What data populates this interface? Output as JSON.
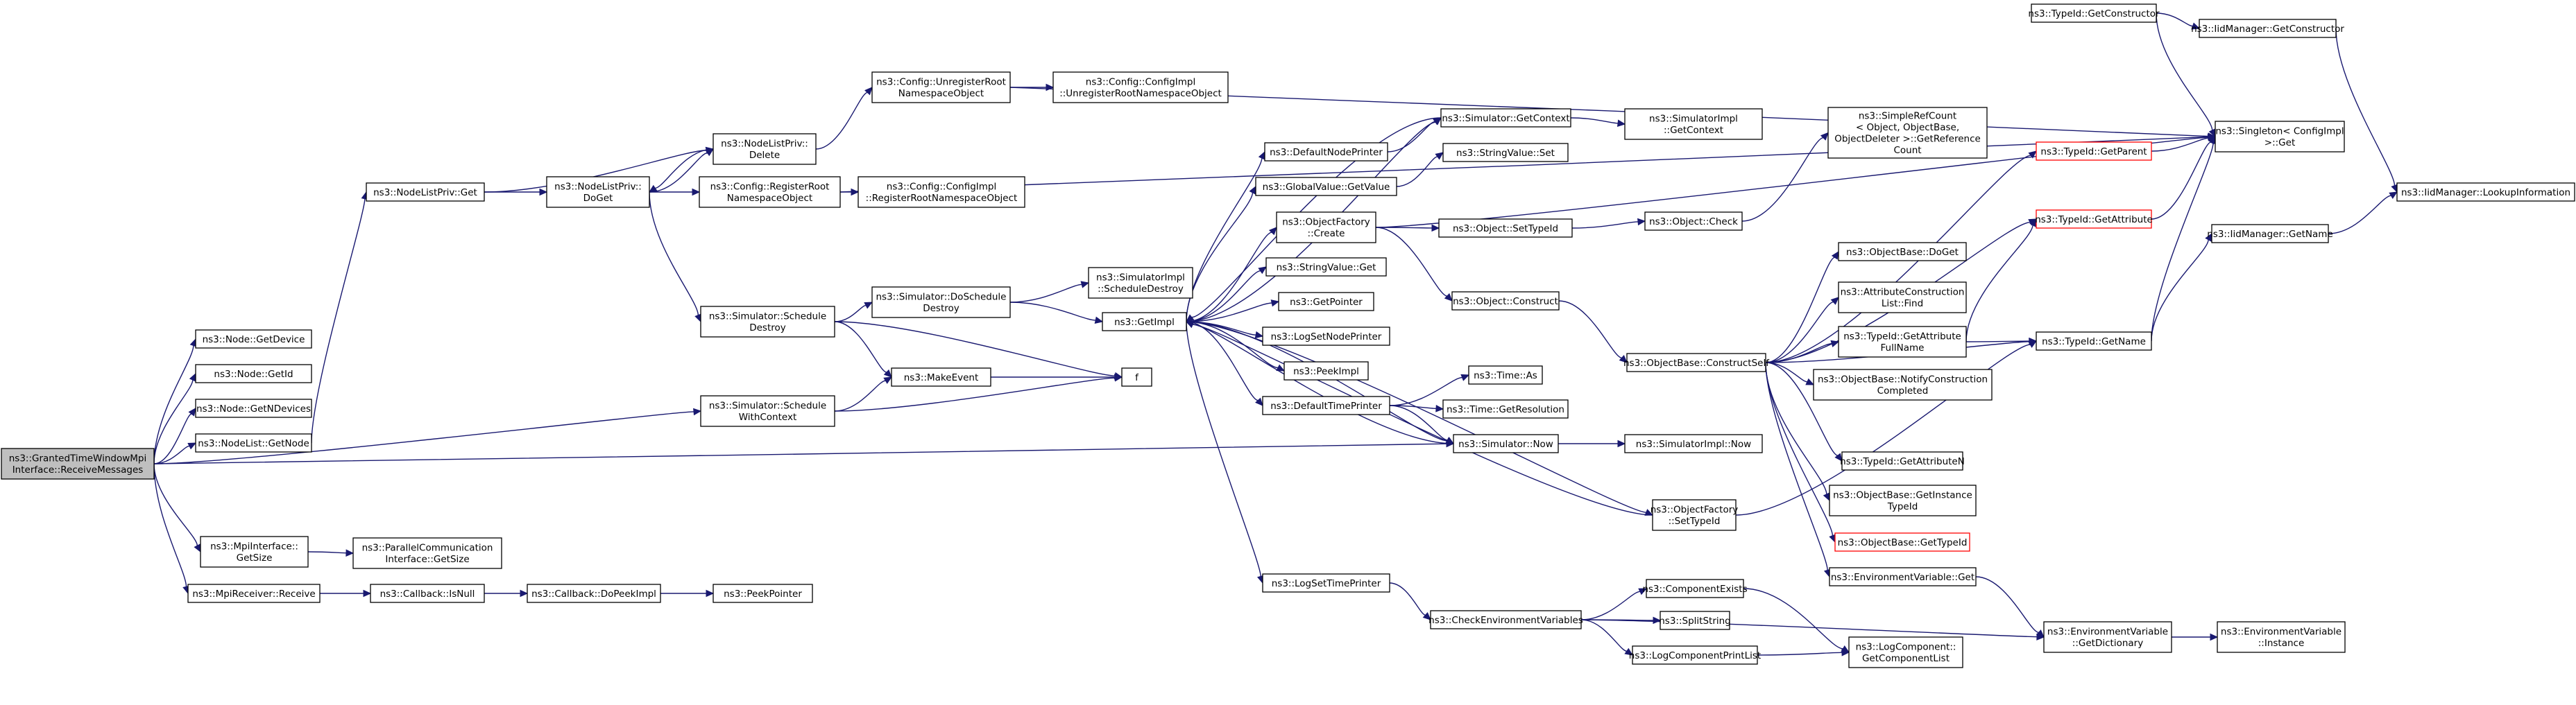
{
  "graph": {
    "nodes": [
      {
        "id": "root",
        "lines": [
          "ns3::GrantedTimeWindowMpi",
          "Interface::ReceiveMessages"
        ],
        "style": "root"
      },
      {
        "id": "getdevice",
        "lines": [
          "ns3::Node::GetDevice"
        ]
      },
      {
        "id": "getid",
        "lines": [
          "ns3::Node::GetId"
        ]
      },
      {
        "id": "getndevices",
        "lines": [
          "ns3::Node::GetNDevices"
        ]
      },
      {
        "id": "nodelist_getnode",
        "lines": [
          "ns3::NodeList::GetNode"
        ]
      },
      {
        "id": "mpi_getsize",
        "lines": [
          "ns3::MpiInterface::",
          "GetSize"
        ]
      },
      {
        "id": "mpireceiver",
        "lines": [
          "ns3::MpiReceiver::Receive"
        ]
      },
      {
        "id": "nlp_get",
        "lines": [
          "ns3::NodeListPriv::Get"
        ]
      },
      {
        "id": "nlp_doget",
        "lines": [
          "ns3::NodeListPriv::",
          "DoGet"
        ]
      },
      {
        "id": "nlp_delete",
        "lines": [
          "ns3::NodeListPriv::",
          "Delete"
        ]
      },
      {
        "id": "unregroot",
        "lines": [
          "ns3::Config::UnregisterRoot",
          "NamespaceObject"
        ]
      },
      {
        "id": "impl_unreg",
        "lines": [
          "ns3::Config::ConfigImpl",
          "::UnregisterRootNamespaceObject"
        ]
      },
      {
        "id": "regroot",
        "lines": [
          "ns3::Config::RegisterRoot",
          "NamespaceObject"
        ]
      },
      {
        "id": "impl_reg",
        "lines": [
          "ns3::Config::ConfigImpl",
          "::RegisterRootNamespaceObject"
        ]
      },
      {
        "id": "sched_destroy",
        "lines": [
          "ns3::Simulator::Schedule",
          "Destroy"
        ]
      },
      {
        "id": "do_sched_destroy",
        "lines": [
          "ns3::Simulator::DoSchedule",
          "Destroy"
        ]
      },
      {
        "id": "impl_sched_destroy",
        "lines": [
          "ns3::SimulatorImpl",
          "::ScheduleDestroy"
        ]
      },
      {
        "id": "makeevent",
        "lines": [
          "ns3::MakeEvent"
        ]
      },
      {
        "id": "f",
        "lines": [
          "f"
        ]
      },
      {
        "id": "sched_ctx",
        "lines": [
          "ns3::Simulator::Schedule",
          "WithContext"
        ]
      },
      {
        "id": "pcomm_getsize",
        "lines": [
          "ns3::ParallelCommunication",
          "Interface::GetSize"
        ]
      },
      {
        "id": "cb_isnull",
        "lines": [
          "ns3::Callback::IsNull"
        ]
      },
      {
        "id": "cb_dopeek",
        "lines": [
          "ns3::Callback::DoPeekImpl"
        ]
      },
      {
        "id": "peekpointer",
        "lines": [
          "ns3::PeekPointer"
        ]
      },
      {
        "id": "getimpl",
        "lines": [
          "ns3::GetImpl"
        ]
      },
      {
        "id": "defnodeprinter",
        "lines": [
          "ns3::DefaultNodePrinter"
        ]
      },
      {
        "id": "gv_getvalue",
        "lines": [
          "ns3::GlobalValue::GetValue"
        ]
      },
      {
        "id": "of_create",
        "lines": [
          "ns3::ObjectFactory",
          "::Create"
        ]
      },
      {
        "id": "sv_get",
        "lines": [
          "ns3::StringValue::Get"
        ]
      },
      {
        "id": "getpointer",
        "lines": [
          "ns3::GetPointer"
        ]
      },
      {
        "id": "logsetnodeprinter",
        "lines": [
          "ns3::LogSetNodePrinter"
        ]
      },
      {
        "id": "peekimpl",
        "lines": [
          "ns3::PeekImpl"
        ]
      },
      {
        "id": "deftimeprinter",
        "lines": [
          "ns3::DefaultTimePrinter"
        ]
      },
      {
        "id": "logsettimeprinter",
        "lines": [
          "ns3::LogSetTimePrinter"
        ]
      },
      {
        "id": "sim_getcontext",
        "lines": [
          "ns3::Simulator::GetContext"
        ]
      },
      {
        "id": "simimpl_getcontext",
        "lines": [
          "ns3::SimulatorImpl",
          "::GetContext"
        ]
      },
      {
        "id": "sv_set",
        "lines": [
          "ns3::StringValue::Set"
        ]
      },
      {
        "id": "obj_settypeid",
        "lines": [
          "ns3::Object::SetTypeId"
        ]
      },
      {
        "id": "obj_check",
        "lines": [
          "ns3::Object::Check"
        ]
      },
      {
        "id": "obj_construct",
        "lines": [
          "ns3::Object::Construct"
        ]
      },
      {
        "id": "time_as",
        "lines": [
          "ns3::Time::As"
        ]
      },
      {
        "id": "time_getres",
        "lines": [
          "ns3::Time::GetResolution"
        ]
      },
      {
        "id": "sim_now",
        "lines": [
          "ns3::Simulator::Now"
        ]
      },
      {
        "id": "simimpl_now",
        "lines": [
          "ns3::SimulatorImpl::Now"
        ]
      },
      {
        "id": "of_settypeid",
        "lines": [
          "ns3::ObjectFactory",
          "::SetTypeId"
        ]
      },
      {
        "id": "checkenv",
        "lines": [
          "ns3::CheckEnvironmentVariables"
        ]
      },
      {
        "id": "compexists",
        "lines": [
          "ns3::ComponentExists"
        ]
      },
      {
        "id": "splitstring",
        "lines": [
          "ns3::SplitString"
        ]
      },
      {
        "id": "logcompprint",
        "lines": [
          "ns3::LogComponentPrintList"
        ]
      },
      {
        "id": "logcomp_getlist",
        "lines": [
          "ns3::LogComponent::",
          "GetComponentList"
        ]
      },
      {
        "id": "ob_constructself",
        "lines": [
          "ns3::ObjectBase::ConstructSelf"
        ]
      },
      {
        "id": "simplerefcount",
        "lines": [
          "ns3::SimpleRefCount",
          "< Object, ObjectBase,",
          "ObjectDeleter >::GetReference",
          "Count"
        ]
      },
      {
        "id": "ob_doget",
        "lines": [
          "ns3::ObjectBase::DoGet"
        ]
      },
      {
        "id": "attrconstr_find",
        "lines": [
          "ns3::AttributeConstruction",
          "List::Find"
        ]
      },
      {
        "id": "tid_getattrfullname",
        "lines": [
          "ns3::TypeId::GetAttribute",
          "FullName"
        ]
      },
      {
        "id": "ob_notify",
        "lines": [
          "ns3::ObjectBase::NotifyConstruction",
          "Completed"
        ]
      },
      {
        "id": "tid_getattrn",
        "lines": [
          "ns3::TypeId::GetAttributeN"
        ]
      },
      {
        "id": "ob_getinstancetid",
        "lines": [
          "ns3::ObjectBase::GetInstance",
          "TypeId"
        ]
      },
      {
        "id": "ob_gettypeid",
        "lines": [
          "ns3::ObjectBase::GetTypeId"
        ],
        "style": "red"
      },
      {
        "id": "envvar_get",
        "lines": [
          "ns3::EnvironmentVariable::Get"
        ]
      },
      {
        "id": "tid_getconstructor",
        "lines": [
          "ns3::TypeId::GetConstructor"
        ]
      },
      {
        "id": "iid_getconstructor",
        "lines": [
          "ns3::IidManager::GetConstructor"
        ]
      },
      {
        "id": "tid_getparent",
        "lines": [
          "ns3::TypeId::GetParent"
        ],
        "style": "red"
      },
      {
        "id": "tid_getattribute",
        "lines": [
          "ns3::TypeId::GetAttribute"
        ],
        "style": "red"
      },
      {
        "id": "tid_getname",
        "lines": [
          "ns3::TypeId::GetName"
        ]
      },
      {
        "id": "singleton_get",
        "lines": [
          "ns3::Singleton< ConfigImpl",
          ">::Get"
        ]
      },
      {
        "id": "iid_getname",
        "lines": [
          "ns3::IidManager::GetName"
        ]
      },
      {
        "id": "iid_lookup",
        "lines": [
          "ns3::IidManager::LookupInformation"
        ]
      },
      {
        "id": "envvar_getdict",
        "lines": [
          "ns3::EnvironmentVariable",
          "::GetDictionary"
        ]
      },
      {
        "id": "envvar_instance",
        "lines": [
          "ns3::EnvironmentVariable",
          "::Instance"
        ]
      }
    ],
    "edges": [
      [
        "root",
        "getdevice"
      ],
      [
        "root",
        "getid"
      ],
      [
        "root",
        "getndevices"
      ],
      [
        "root",
        "nodelist_getnode"
      ],
      [
        "root",
        "sched_ctx"
      ],
      [
        "root",
        "sim_now"
      ],
      [
        "root",
        "mpi_getsize"
      ],
      [
        "root",
        "mpireceiver"
      ],
      [
        "nodelist_getnode",
        "nlp_get"
      ],
      [
        "nlp_get",
        "nlp_doget"
      ],
      [
        "nlp_get",
        "nlp_delete"
      ],
      [
        "nlp_doget",
        "nlp_delete"
      ],
      [
        "nlp_delete",
        "nlp_doget"
      ],
      [
        "nlp_delete",
        "unregroot"
      ],
      [
        "nlp_doget",
        "regroot"
      ],
      [
        "nlp_doget",
        "sched_destroy"
      ],
      [
        "unregroot",
        "impl_unreg"
      ],
      [
        "unregroot",
        "singleton_get"
      ],
      [
        "regroot",
        "impl_reg"
      ],
      [
        "regroot",
        "singleton_get"
      ],
      [
        "sched_destroy",
        "do_sched_destroy"
      ],
      [
        "sched_destroy",
        "makeevent"
      ],
      [
        "sched_destroy",
        "f"
      ],
      [
        "do_sched_destroy",
        "impl_sched_destroy"
      ],
      [
        "do_sched_destroy",
        "getimpl"
      ],
      [
        "sched_ctx",
        "makeevent"
      ],
      [
        "sched_ctx",
        "f"
      ],
      [
        "makeevent",
        "f"
      ],
      [
        "mpi_getsize",
        "pcomm_getsize"
      ],
      [
        "mpireceiver",
        "cb_isnull"
      ],
      [
        "cb_isnull",
        "cb_dopeek"
      ],
      [
        "cb_dopeek",
        "peekpointer"
      ],
      [
        "getimpl",
        "defnodeprinter"
      ],
      [
        "getimpl",
        "gv_getvalue"
      ],
      [
        "getimpl",
        "of_create"
      ],
      [
        "getimpl",
        "sv_get"
      ],
      [
        "getimpl",
        "getpointer"
      ],
      [
        "getimpl",
        "logsetnodeprinter"
      ],
      [
        "getimpl",
        "peekimpl"
      ],
      [
        "getimpl",
        "deftimeprinter"
      ],
      [
        "getimpl",
        "logsettimeprinter"
      ],
      [
        "getimpl",
        "sim_getcontext"
      ],
      [
        "getimpl",
        "sim_now"
      ],
      [
        "getimpl",
        "of_settypeid"
      ],
      [
        "defnodeprinter",
        "sim_getcontext"
      ],
      [
        "sim_getcontext",
        "simimpl_getcontext"
      ],
      [
        "sim_getcontext",
        "getimpl"
      ],
      [
        "gv_getvalue",
        "sv_set"
      ],
      [
        "of_create",
        "obj_settypeid"
      ],
      [
        "of_create",
        "obj_construct"
      ],
      [
        "of_create",
        "singleton_get"
      ],
      [
        "obj_settypeid",
        "obj_check"
      ],
      [
        "obj_check",
        "simplerefcount"
      ],
      [
        "obj_construct",
        "ob_constructself"
      ],
      [
        "deftimeprinter",
        "time_as"
      ],
      [
        "deftimeprinter",
        "time_getres"
      ],
      [
        "deftimeprinter",
        "sim_now"
      ],
      [
        "sim_now",
        "getimpl"
      ],
      [
        "sim_now",
        "simimpl_now"
      ],
      [
        "of_settypeid",
        "getimpl"
      ],
      [
        "of_settypeid",
        "tid_getname"
      ],
      [
        "logsettimeprinter",
        "checkenv"
      ],
      [
        "checkenv",
        "compexists"
      ],
      [
        "checkenv",
        "splitstring"
      ],
      [
        "checkenv",
        "logcompprint"
      ],
      [
        "checkenv",
        "envvar_getdict"
      ],
      [
        "compexists",
        "logcomp_getlist"
      ],
      [
        "logcompprint",
        "logcomp_getlist"
      ],
      [
        "ob_constructself",
        "tid_getparent"
      ],
      [
        "ob_constructself",
        "tid_getattribute"
      ],
      [
        "ob_constructself",
        "ob_doget"
      ],
      [
        "ob_constructself",
        "attrconstr_find"
      ],
      [
        "ob_constructself",
        "tid_getattrfullname"
      ],
      [
        "ob_constructself",
        "ob_notify"
      ],
      [
        "ob_constructself",
        "tid_getattrn"
      ],
      [
        "ob_constructself",
        "ob_getinstancetid"
      ],
      [
        "ob_constructself",
        "ob_gettypeid"
      ],
      [
        "ob_constructself",
        "envvar_get"
      ],
      [
        "ob_constructself",
        "tid_getname"
      ],
      [
        "tid_getattrfullname",
        "tid_getattribute"
      ],
      [
        "tid_getattrfullname",
        "tid_getname"
      ],
      [
        "envvar_get",
        "envvar_getdict"
      ],
      [
        "envvar_getdict",
        "envvar_instance"
      ],
      [
        "tid_getconstructor",
        "iid_getconstructor"
      ],
      [
        "tid_getconstructor",
        "singleton_get"
      ],
      [
        "iid_getconstructor",
        "iid_lookup"
      ],
      [
        "tid_getparent",
        "singleton_get"
      ],
      [
        "tid_getattribute",
        "singleton_get"
      ],
      [
        "tid_getname",
        "singleton_get"
      ],
      [
        "tid_getname",
        "iid_getname"
      ],
      [
        "iid_getname",
        "iid_lookup"
      ]
    ]
  }
}
